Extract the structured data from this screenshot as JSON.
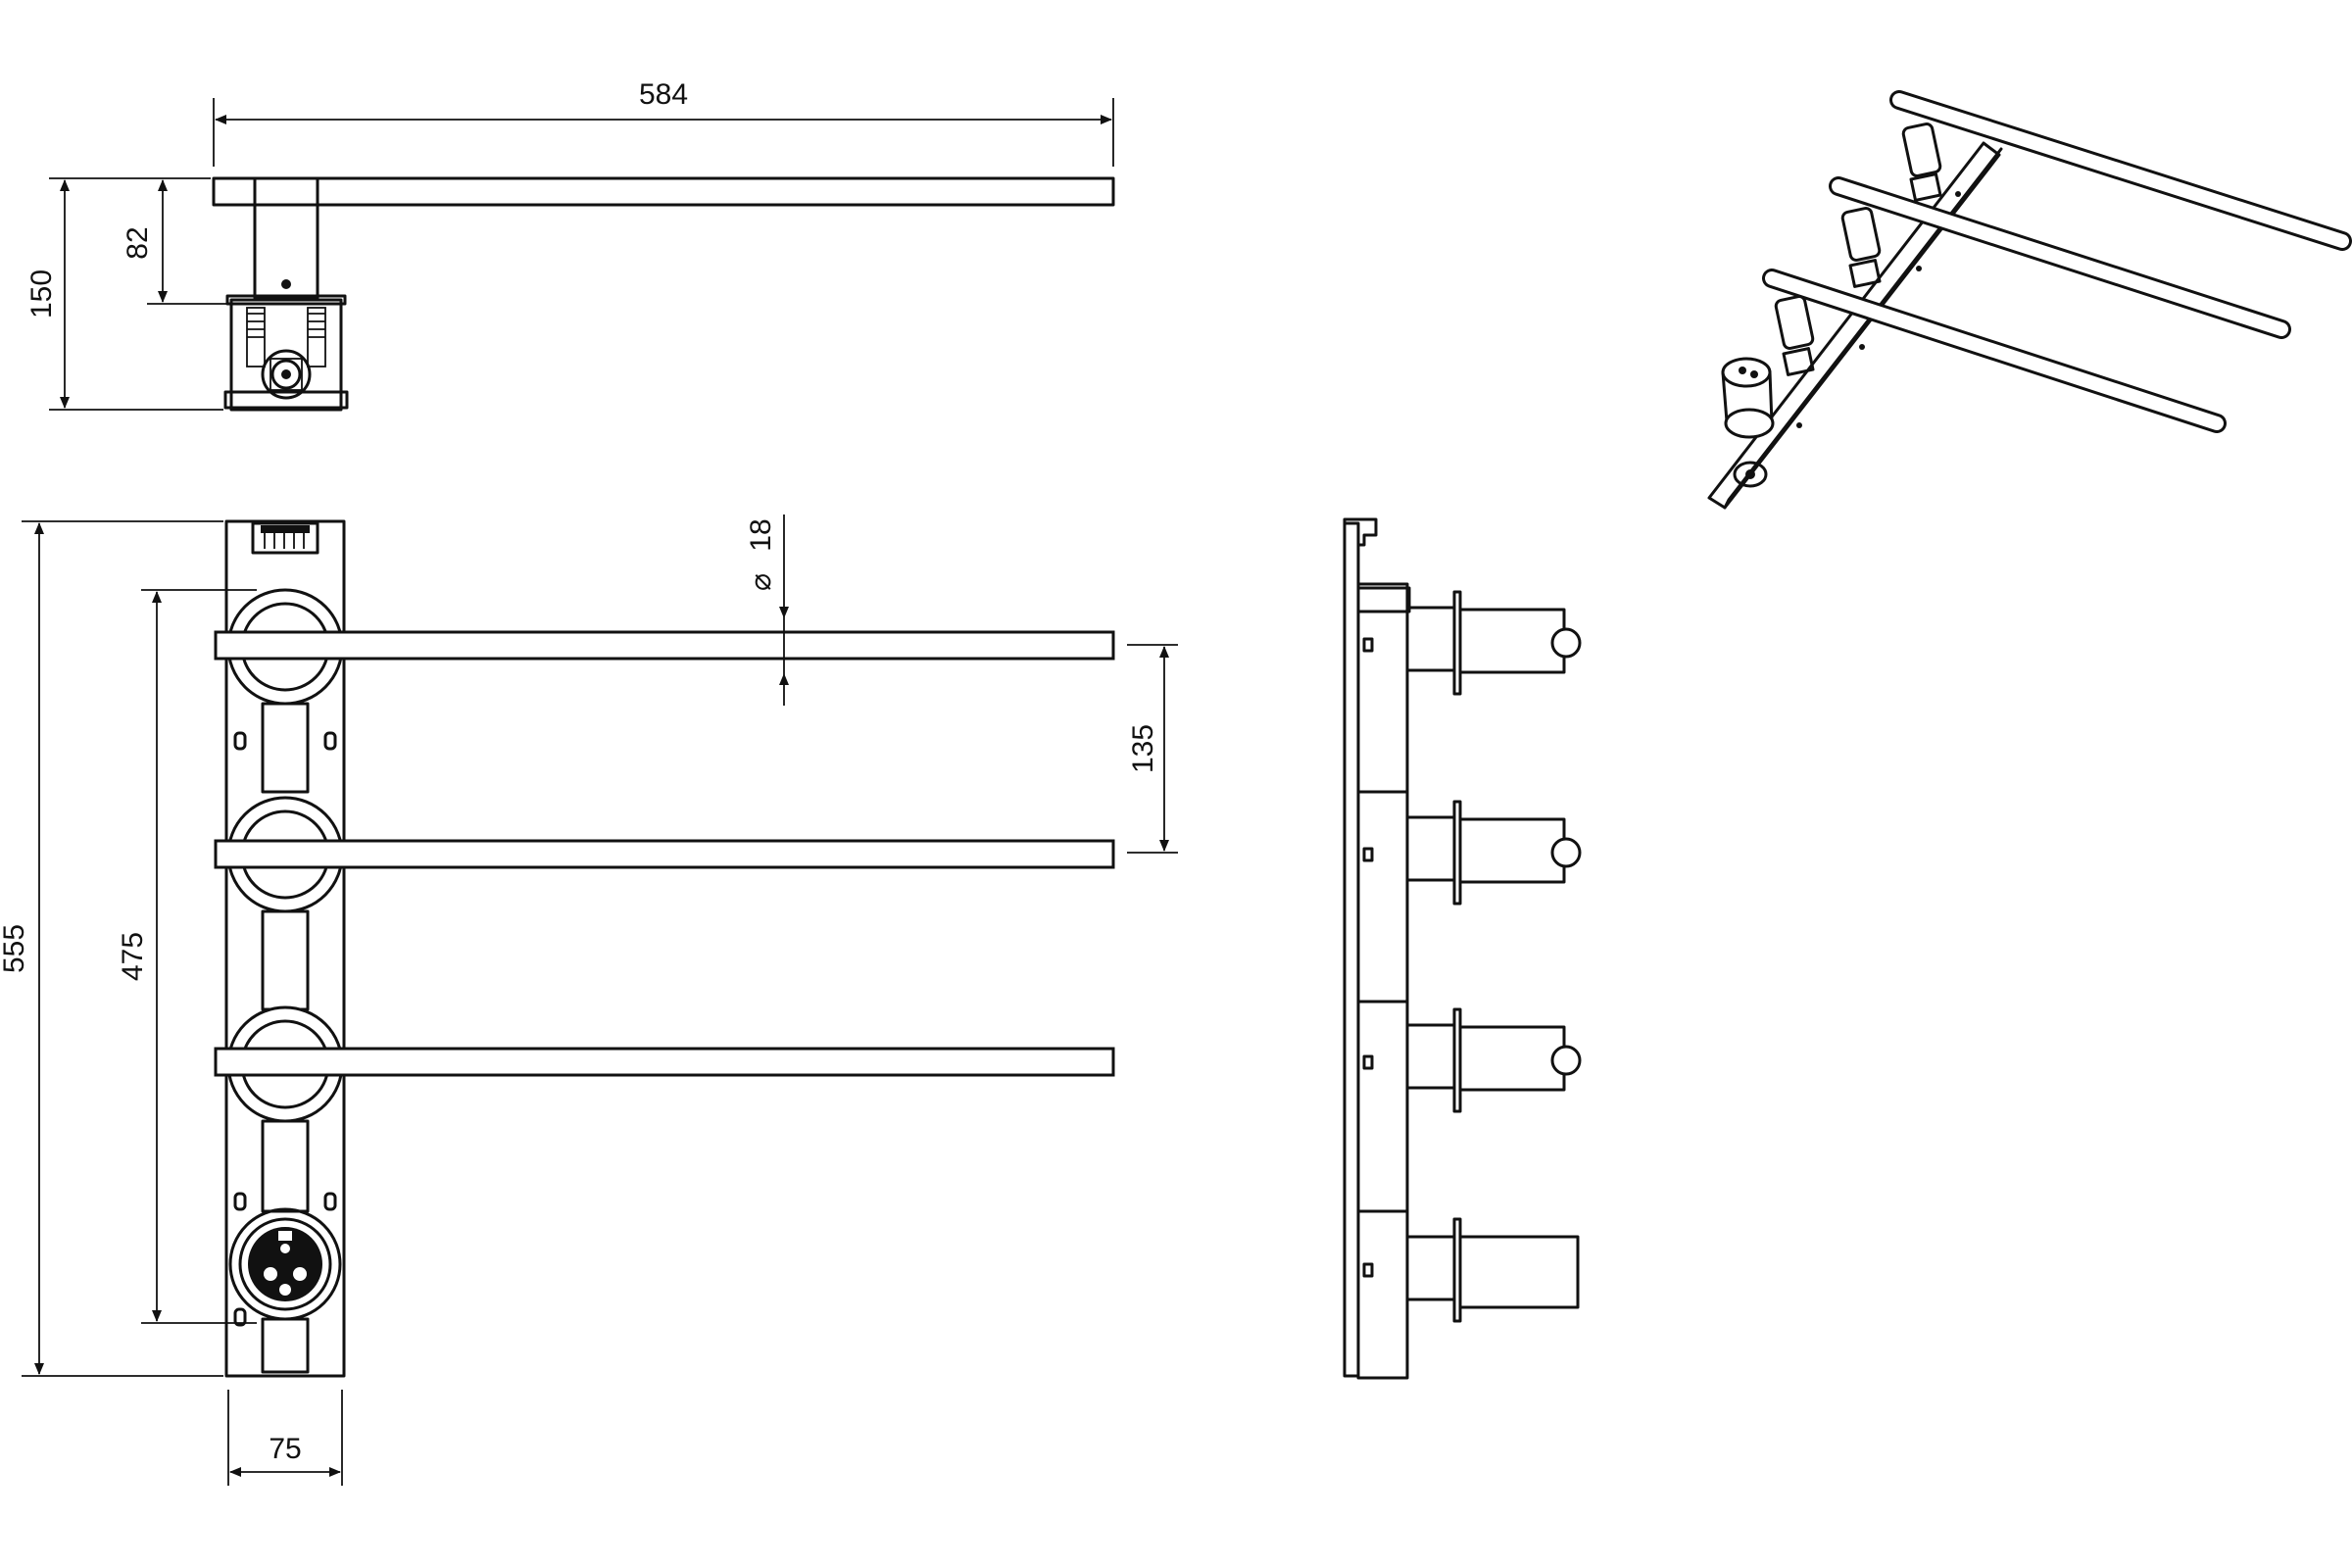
{
  "dimensions": {
    "width_total": "584",
    "height_side": "150",
    "offset_top": "82",
    "diameter": "18",
    "bar_spacing": "135",
    "height_total": "555",
    "bar_span": "475",
    "plate_width": "75"
  },
  "symbols": {
    "diameter_symbol": "⌀"
  },
  "colors": {
    "stroke": "#111111",
    "background": "#ffffff"
  }
}
